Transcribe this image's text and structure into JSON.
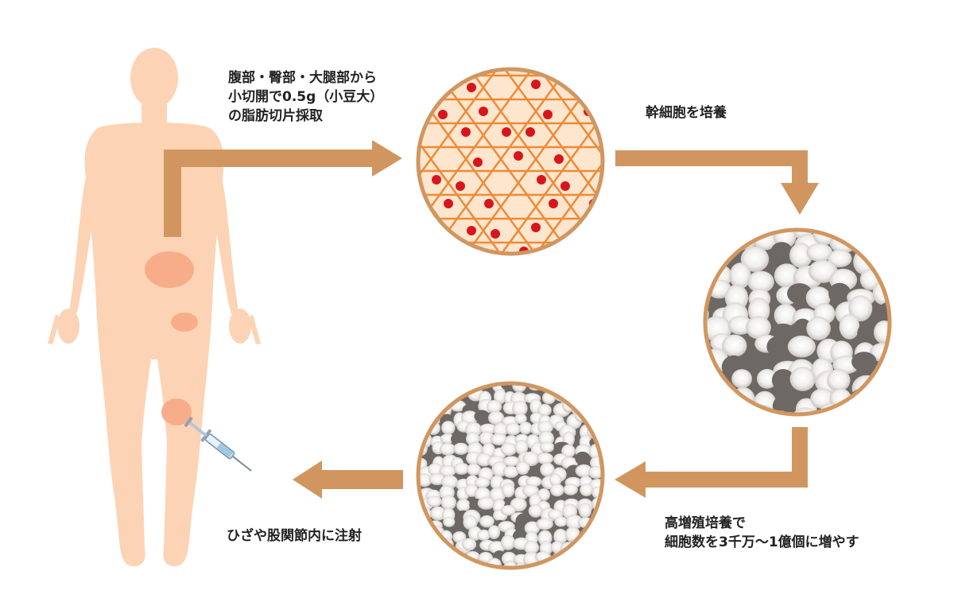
{
  "colors": {
    "arrow": "#d19660",
    "body": "#fcd3b4",
    "injection_site": "#f8ad8a",
    "ring": "#d19660",
    "fat_cell_fill": "#fde6cd",
    "fat_cell_border": "#ee8a38",
    "nucleus": "#d9151c",
    "cell_light": "#f6f4f1",
    "cell_dark": "#6e6864"
  },
  "steps": {
    "harvest": {
      "lines": [
        "腹部・臀部・大腿部から",
        "小切開で0.5g（小豆大）",
        "の脂肪切片採取"
      ]
    },
    "culture": {
      "lines": [
        "幹細胞を培養"
      ]
    },
    "expand": {
      "lines": [
        "高増殖培養で",
        "細胞数を3千万〜1億個に増やす"
      ]
    },
    "inject": {
      "lines": [
        "ひざや股関節内に注射"
      ]
    }
  },
  "icons": {
    "body": "human-body-icon",
    "syringe": "syringe-icon"
  }
}
